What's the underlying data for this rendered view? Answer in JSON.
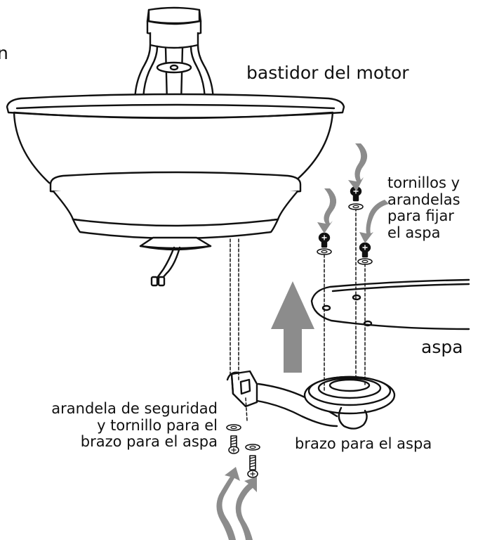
{
  "labels": {
    "motor_housing": "bastidor del motor",
    "screws_washers": "tornillos y\narandelas\npara fijar\nel aspa",
    "blade": "aspa",
    "lock_washer": "arandela de seguridad\ny tornillo para el\nbrazo para el aspa",
    "blade_arm": "brazo para el aspa",
    "corner_fragment": "n"
  },
  "colors": {
    "line": "#111111",
    "arrow_fill": "#8c8c8c",
    "background": "#ffffff"
  }
}
